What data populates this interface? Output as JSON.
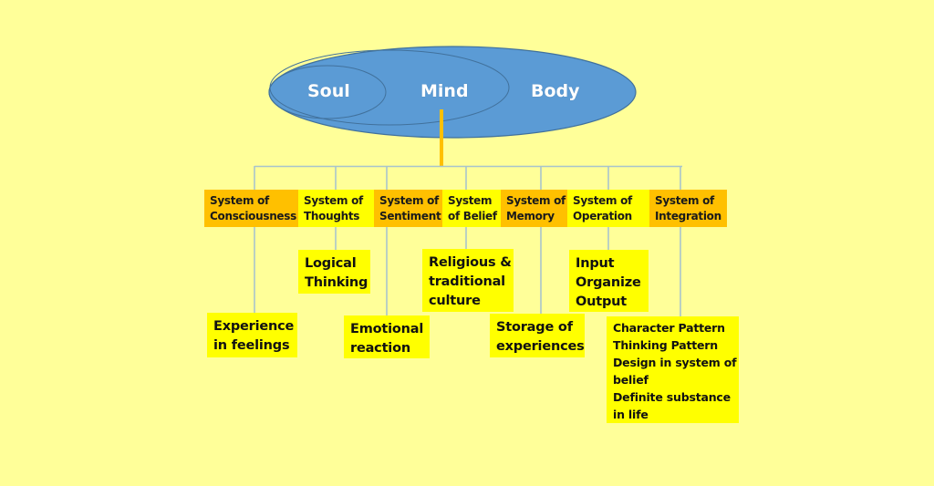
{
  "colors": {
    "background": "#FFFF99",
    "ellipse_fill": "#5B9BD5",
    "ellipse_stroke": "#41719C",
    "connector_line": "#A8C4CC",
    "stem": "#FFC000",
    "system_orange": "#FFC000",
    "system_yellow": "#FFFF00",
    "leaf_fill": "#FFFF00"
  },
  "top": {
    "soul": "Soul",
    "mind": "Mind",
    "body": "Body"
  },
  "systems": [
    {
      "line1": "System of",
      "line2": "Consciousness",
      "style": "orange"
    },
    {
      "line1": "System of",
      "line2": "Thoughts",
      "style": "yellow"
    },
    {
      "line1": "System of",
      "line2": "Sentiment",
      "style": "orange"
    },
    {
      "line1": "System",
      "line2": "of Belief",
      "style": "yellow"
    },
    {
      "line1": "System of",
      "line2": "Memory",
      "style": "orange"
    },
    {
      "line1": "System of",
      "line2": "Operation",
      "style": "yellow"
    },
    {
      "line1": "System of",
      "line2": "Integration",
      "style": "orange"
    }
  ],
  "leaves": [
    {
      "text": "Experience\nin feelings"
    },
    {
      "text": "Logical\nThinking"
    },
    {
      "text": "Emotional\nreaction"
    },
    {
      "text": "Religious &\ntraditional\nculture"
    },
    {
      "text": "Storage of\nexperiences"
    },
    {
      "text": "Input\nOrganize\nOutput"
    },
    {
      "text": "Character Pattern\nThinking Pattern\nDesign in system of\nbelief\nDefinite substance\nin life"
    }
  ]
}
